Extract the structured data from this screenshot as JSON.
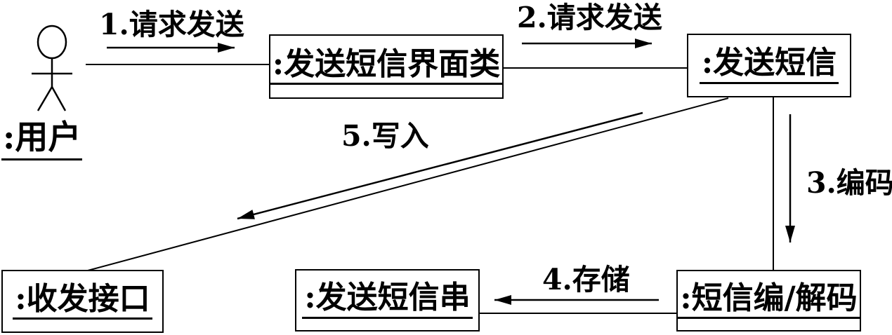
{
  "diagram": {
    "type": "uml-collaboration-diagram",
    "background_color": "#ffffff",
    "line_color": "#000000",
    "actor": {
      "label": ":用户"
    },
    "objects": [
      {
        "id": "sms-ui-class",
        "label": ":发送短信界面类"
      },
      {
        "id": "send-sms",
        "label": ":发送短信"
      },
      {
        "id": "sms-codec",
        "label": ":短信编/解码"
      },
      {
        "id": "transceiver-if",
        "label": ":收发接口"
      },
      {
        "id": "sms-string",
        "label": ":发送短信串"
      }
    ],
    "messages": [
      {
        "seq": "1",
        "label": "1.请求发送",
        "from": ":用户",
        "to": ":发送短信界面类"
      },
      {
        "seq": "2",
        "label": "2.请求发送",
        "from": ":发送短信界面类",
        "to": ":发送短信"
      },
      {
        "seq": "3",
        "label": "3.编码",
        "from": ":发送短信",
        "to": ":短信编/解码"
      },
      {
        "seq": "4",
        "label": "4.存储",
        "from": ":短信编/解码",
        "to": ":发送短信串"
      },
      {
        "seq": "5",
        "label": "5.写入",
        "from": ":发送短信",
        "to": ":收发接口"
      }
    ]
  }
}
